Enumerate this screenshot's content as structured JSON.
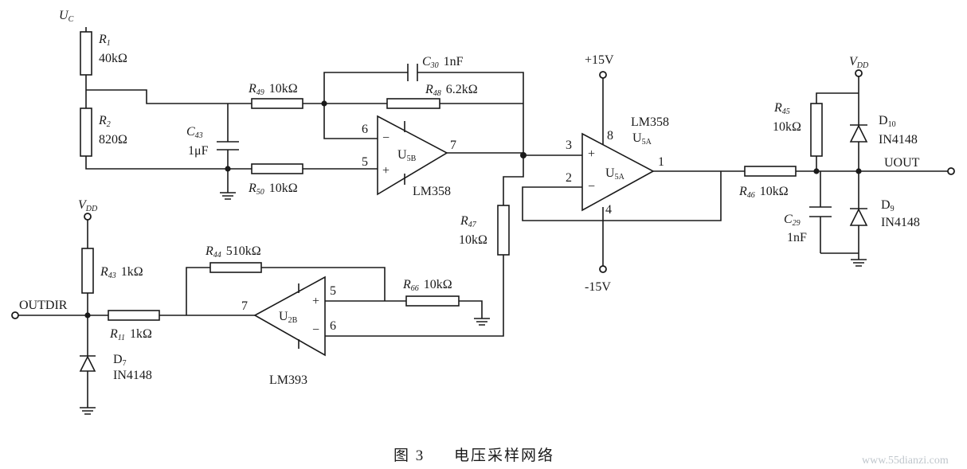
{
  "supplies": {
    "uc": {
      "sym": "U",
      "sub": "C"
    },
    "vdd": {
      "sym": "V",
      "sub": "DD"
    },
    "plus15": "+15V",
    "minus15": "-15V"
  },
  "resistors": {
    "r1": {
      "sym": "R",
      "sub": "1",
      "value": "40kΩ"
    },
    "r2": {
      "sym": "R",
      "sub": "2",
      "value": "820Ω"
    },
    "r49": {
      "sym": "R",
      "sub": "49",
      "value": "10kΩ"
    },
    "r48": {
      "sym": "R",
      "sub": "48",
      "value": "6.2kΩ"
    },
    "r50": {
      "sym": "R",
      "sub": "50",
      "value": "10kΩ"
    },
    "r47": {
      "sym": "R",
      "sub": "47",
      "value": "10kΩ"
    },
    "r43": {
      "sym": "R",
      "sub": "43",
      "value": "1kΩ"
    },
    "r11": {
      "sym": "R",
      "sub": "11",
      "value": "1kΩ"
    },
    "r44": {
      "sym": "R",
      "sub": "44",
      "value": "510kΩ"
    },
    "r66": {
      "sym": "R",
      "sub": "66",
      "value": "10kΩ"
    },
    "r45": {
      "sym": "R",
      "sub": "45",
      "value": "10kΩ"
    },
    "r46": {
      "sym": "R",
      "sub": "46",
      "value": "10kΩ"
    }
  },
  "capacitors": {
    "c30": {
      "sym": "C",
      "sub": "30",
      "value": "1nF"
    },
    "c43": {
      "sym": "C",
      "sub": "43",
      "value": "1μF"
    },
    "c29": {
      "sym": "C",
      "sub": "29",
      "value": "1nF"
    }
  },
  "diodes": {
    "d7": {
      "sym": "D",
      "sub": "7",
      "part": "IN4148"
    },
    "d10": {
      "sym": "D",
      "sub": "10",
      "part": "IN4148"
    },
    "d9": {
      "sym": "D",
      "sub": "9",
      "part": "IN4148"
    }
  },
  "opamps": {
    "u5b": {
      "sym": "U",
      "sub": "5B",
      "part": "LM358",
      "pins": {
        "inv": "6",
        "noninv": "5",
        "out": "7"
      }
    },
    "u5a": {
      "sym": "U",
      "sub": "5A",
      "part": "LM358",
      "part_sub_sym": "U",
      "part_sub": "5A",
      "pins": {
        "noninv": "3",
        "inv": "2",
        "out": "1",
        "vplus": "8",
        "vminus": "4"
      }
    },
    "u2b": {
      "sym": "U",
      "sub": "2B",
      "part": "LM393",
      "pins": {
        "noninv": "5",
        "inv": "6",
        "out": "7"
      }
    }
  },
  "io": {
    "outdir": "OUTDIR",
    "uout": "UOUT"
  },
  "caption": {
    "fig": "图 3",
    "title": "电压采样网络"
  },
  "watermark": "www.55dianzi.com"
}
